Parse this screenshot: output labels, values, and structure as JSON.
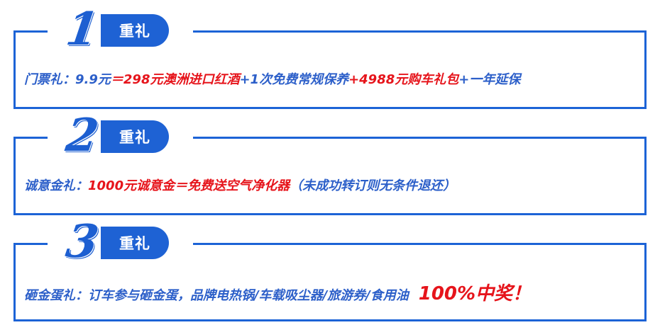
{
  "colors": {
    "accent": "#1c63d6",
    "highlight": "#e6141b",
    "label": "#2c5fc9"
  },
  "panels": [
    {
      "number": "1",
      "badge": "重礼",
      "label": "门票礼：",
      "price": "9.9元",
      "segments": [
        {
          "t": "＝298元澳洲进口红酒",
          "c": "red"
        },
        {
          "t": "+1次免费常规保养",
          "c": "blue"
        },
        {
          "t": "+4988元购车礼包",
          "c": "red"
        },
        {
          "t": "+一年延保",
          "c": "blue"
        }
      ]
    },
    {
      "number": "2",
      "badge": "重礼",
      "label": "诚意金礼：",
      "segments": [
        {
          "t": "1000元诚意金＝免费送空气净化器",
          "c": "red"
        },
        {
          "t": "（未成功转订则无条件退还）",
          "c": "blue"
        }
      ]
    },
    {
      "number": "3",
      "badge": "重礼",
      "label": "砸金蛋礼：",
      "segments": [
        {
          "t": "订车参与砸金蛋，品牌电热锅/车载吸尘器/旅游券/食用油",
          "c": "blue"
        }
      ],
      "prize": "100%中奖！"
    }
  ]
}
